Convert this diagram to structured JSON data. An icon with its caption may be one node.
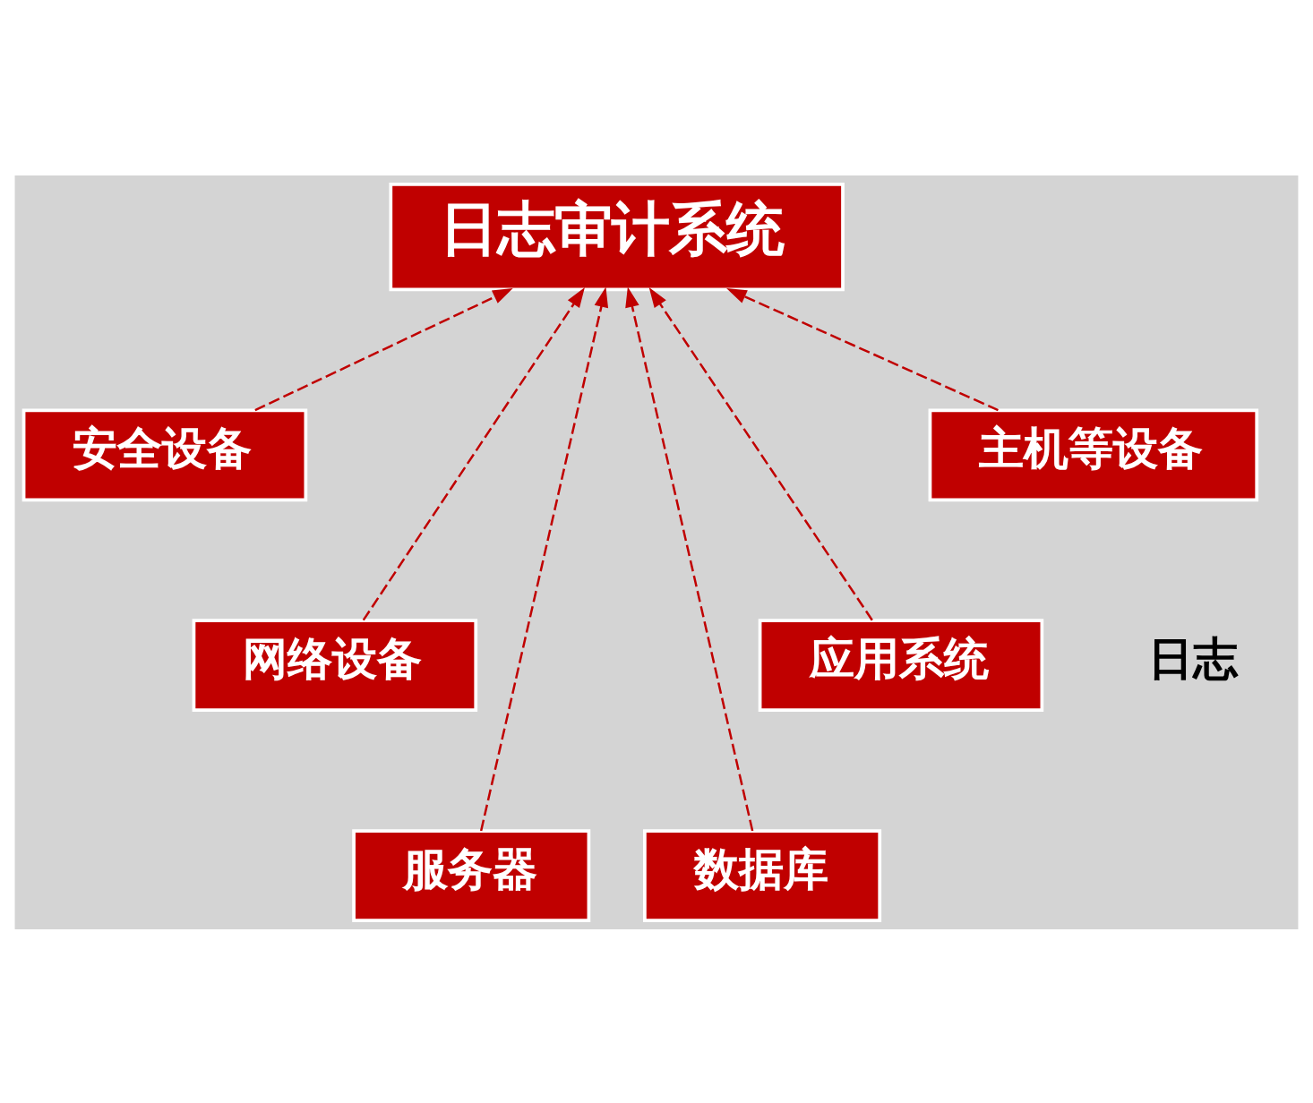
{
  "diagram": {
    "nodes": [
      {
        "text": [
          "日志审计系统"
        ]
      },
      {
        "text": [
          "安全设备"
        ]
      },
      {
        "text": [
          "主机等设备"
        ]
      },
      {
        "text": [
          "网络设备"
        ]
      },
      {
        "text": [
          "应用系统"
        ]
      },
      {
        "text": [
          "服务器"
        ]
      },
      {
        "text": [
          "数据库"
        ]
      }
    ],
    "edges": [
      {
        "from": 1,
        "to": 0,
        "arrow": "to",
        "style": "dashed"
      },
      {
        "from": 3,
        "to": 0,
        "arrow": "to",
        "style": "dashed"
      },
      {
        "from": 5,
        "to": 0,
        "arrow": "to",
        "style": "dashed"
      },
      {
        "from": 6,
        "to": 0,
        "arrow": "to",
        "style": "dashed"
      },
      {
        "from": 4,
        "to": 0,
        "arrow": "to",
        "style": "dashed"
      },
      {
        "from": 2,
        "to": 0,
        "arrow": "to",
        "style": "dashed"
      }
    ],
    "labels": [
      "日志"
    ]
  }
}
